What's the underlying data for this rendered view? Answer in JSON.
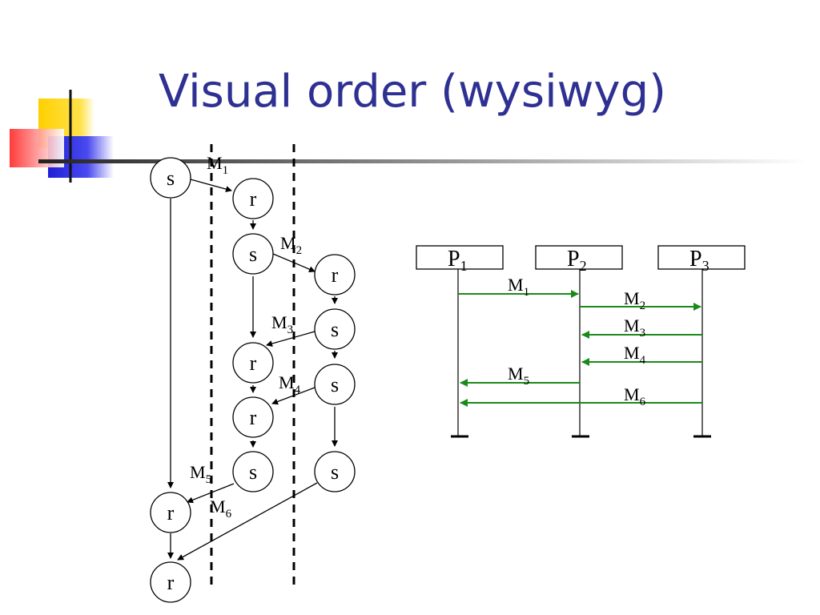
{
  "slide": {
    "title": "Visual order (wysiwyg)"
  },
  "left_diagram": {
    "nodes": {
      "p0_s": "s",
      "p1_r1": "r",
      "p1_s1": "s",
      "p2_r1": "r",
      "p2_s1": "s",
      "p1_r2": "r",
      "p2_s2": "s",
      "p1_r3": "r",
      "p1_s2": "s",
      "p2_s3": "s",
      "p0_r1": "r",
      "p0_r2": "r"
    },
    "messages": [
      {
        "base": "M",
        "sub": "1"
      },
      {
        "base": "M",
        "sub": "2"
      },
      {
        "base": "M",
        "sub": "3"
      },
      {
        "base": "M",
        "sub": "4"
      },
      {
        "base": "M",
        "sub": "5"
      },
      {
        "base": "M",
        "sub": "6"
      }
    ]
  },
  "right_diagram": {
    "processes": [
      {
        "base": "P",
        "sub": "1"
      },
      {
        "base": "P",
        "sub": "2"
      },
      {
        "base": "P",
        "sub": "3"
      }
    ],
    "messages": [
      {
        "base": "M",
        "sub": "1"
      },
      {
        "base": "M",
        "sub": "2"
      },
      {
        "base": "M",
        "sub": "3"
      },
      {
        "base": "M",
        "sub": "4"
      },
      {
        "base": "M",
        "sub": "5"
      },
      {
        "base": "M",
        "sub": "6"
      }
    ],
    "arrow_color": "#1a8a1a"
  },
  "colors": {
    "title": "#2e3192",
    "deco_yellow": "#ffd400",
    "deco_blue": "#2a2ad0",
    "deco_red": "#ff3b3b"
  }
}
